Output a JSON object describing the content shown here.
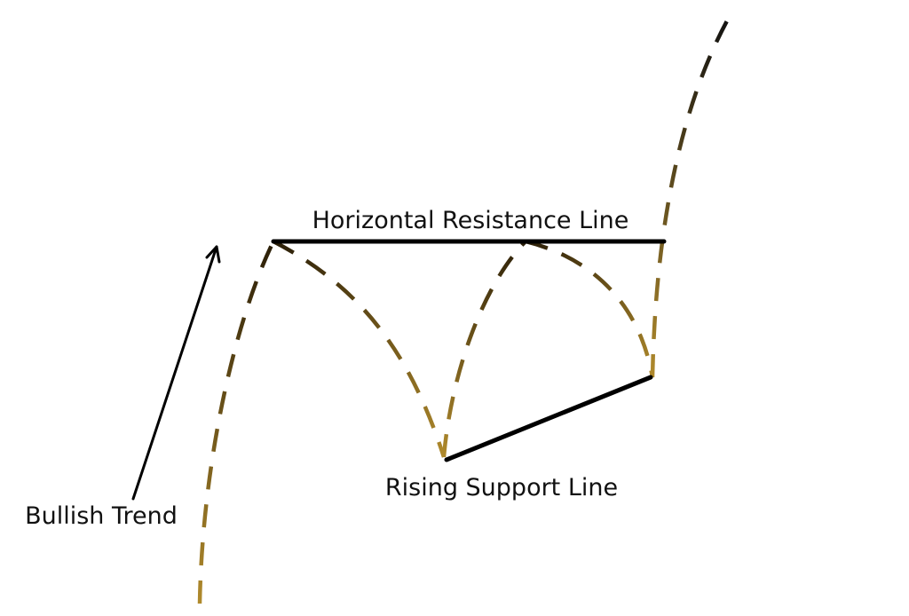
{
  "labels": {
    "resistance": "Horizontal Resistance Line",
    "support": "Rising Support Line",
    "trend": "Bullish Trend"
  },
  "colors": {
    "background": "#ffffff",
    "solid_line": "#000000",
    "dash_gold": "#b08a2c",
    "dash_dark": "#2a1e08"
  }
}
